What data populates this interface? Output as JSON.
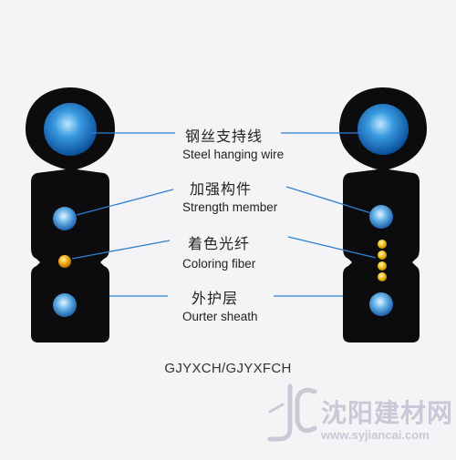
{
  "labels": [
    {
      "cn": "钢丝支持线",
      "en": "Steel hanging wire"
    },
    {
      "cn": "加强构件",
      "en": "Strength member"
    },
    {
      "cn": "着色光纤",
      "en": "Coloring fiber"
    },
    {
      "cn": "外护层",
      "en": "Ourter sheath"
    }
  ],
  "model": "GJYXCH/GJYXFCH",
  "watermark": {
    "text": "沈阳建材网",
    "url": "www.syjiancai.com",
    "logo": "JC"
  },
  "colors": {
    "sheath": "#0c0c0e",
    "wire_blue": "#1e86d2",
    "member_blue": "#4aa3e0",
    "fiber_left": "#f2a90e",
    "fiber_right": "#f0c21a",
    "leader": "#2f7fd0"
  }
}
